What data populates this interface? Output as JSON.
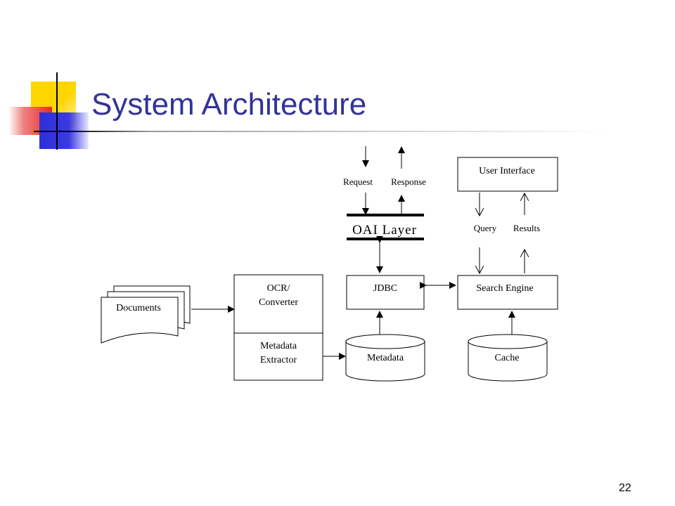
{
  "slide": {
    "title": "System Architecture",
    "page_number": "22"
  },
  "diagram": {
    "documents_label": "Documents",
    "ocr_label_line1": "OCR/",
    "ocr_label_line2": "Converter",
    "extractor_label_line1": "Metadata",
    "extractor_label_line2": "Extractor",
    "jdbc_label": "JDBC",
    "oai_layer_label": "OAI Layer",
    "request_label": "Request",
    "response_label": "Response",
    "metadata_db_label": "Metadata",
    "user_interface_label": "User Interface",
    "query_label": "Query",
    "results_label": "Results",
    "search_engine_label": "Search Engine",
    "cache_label": "Cache"
  }
}
